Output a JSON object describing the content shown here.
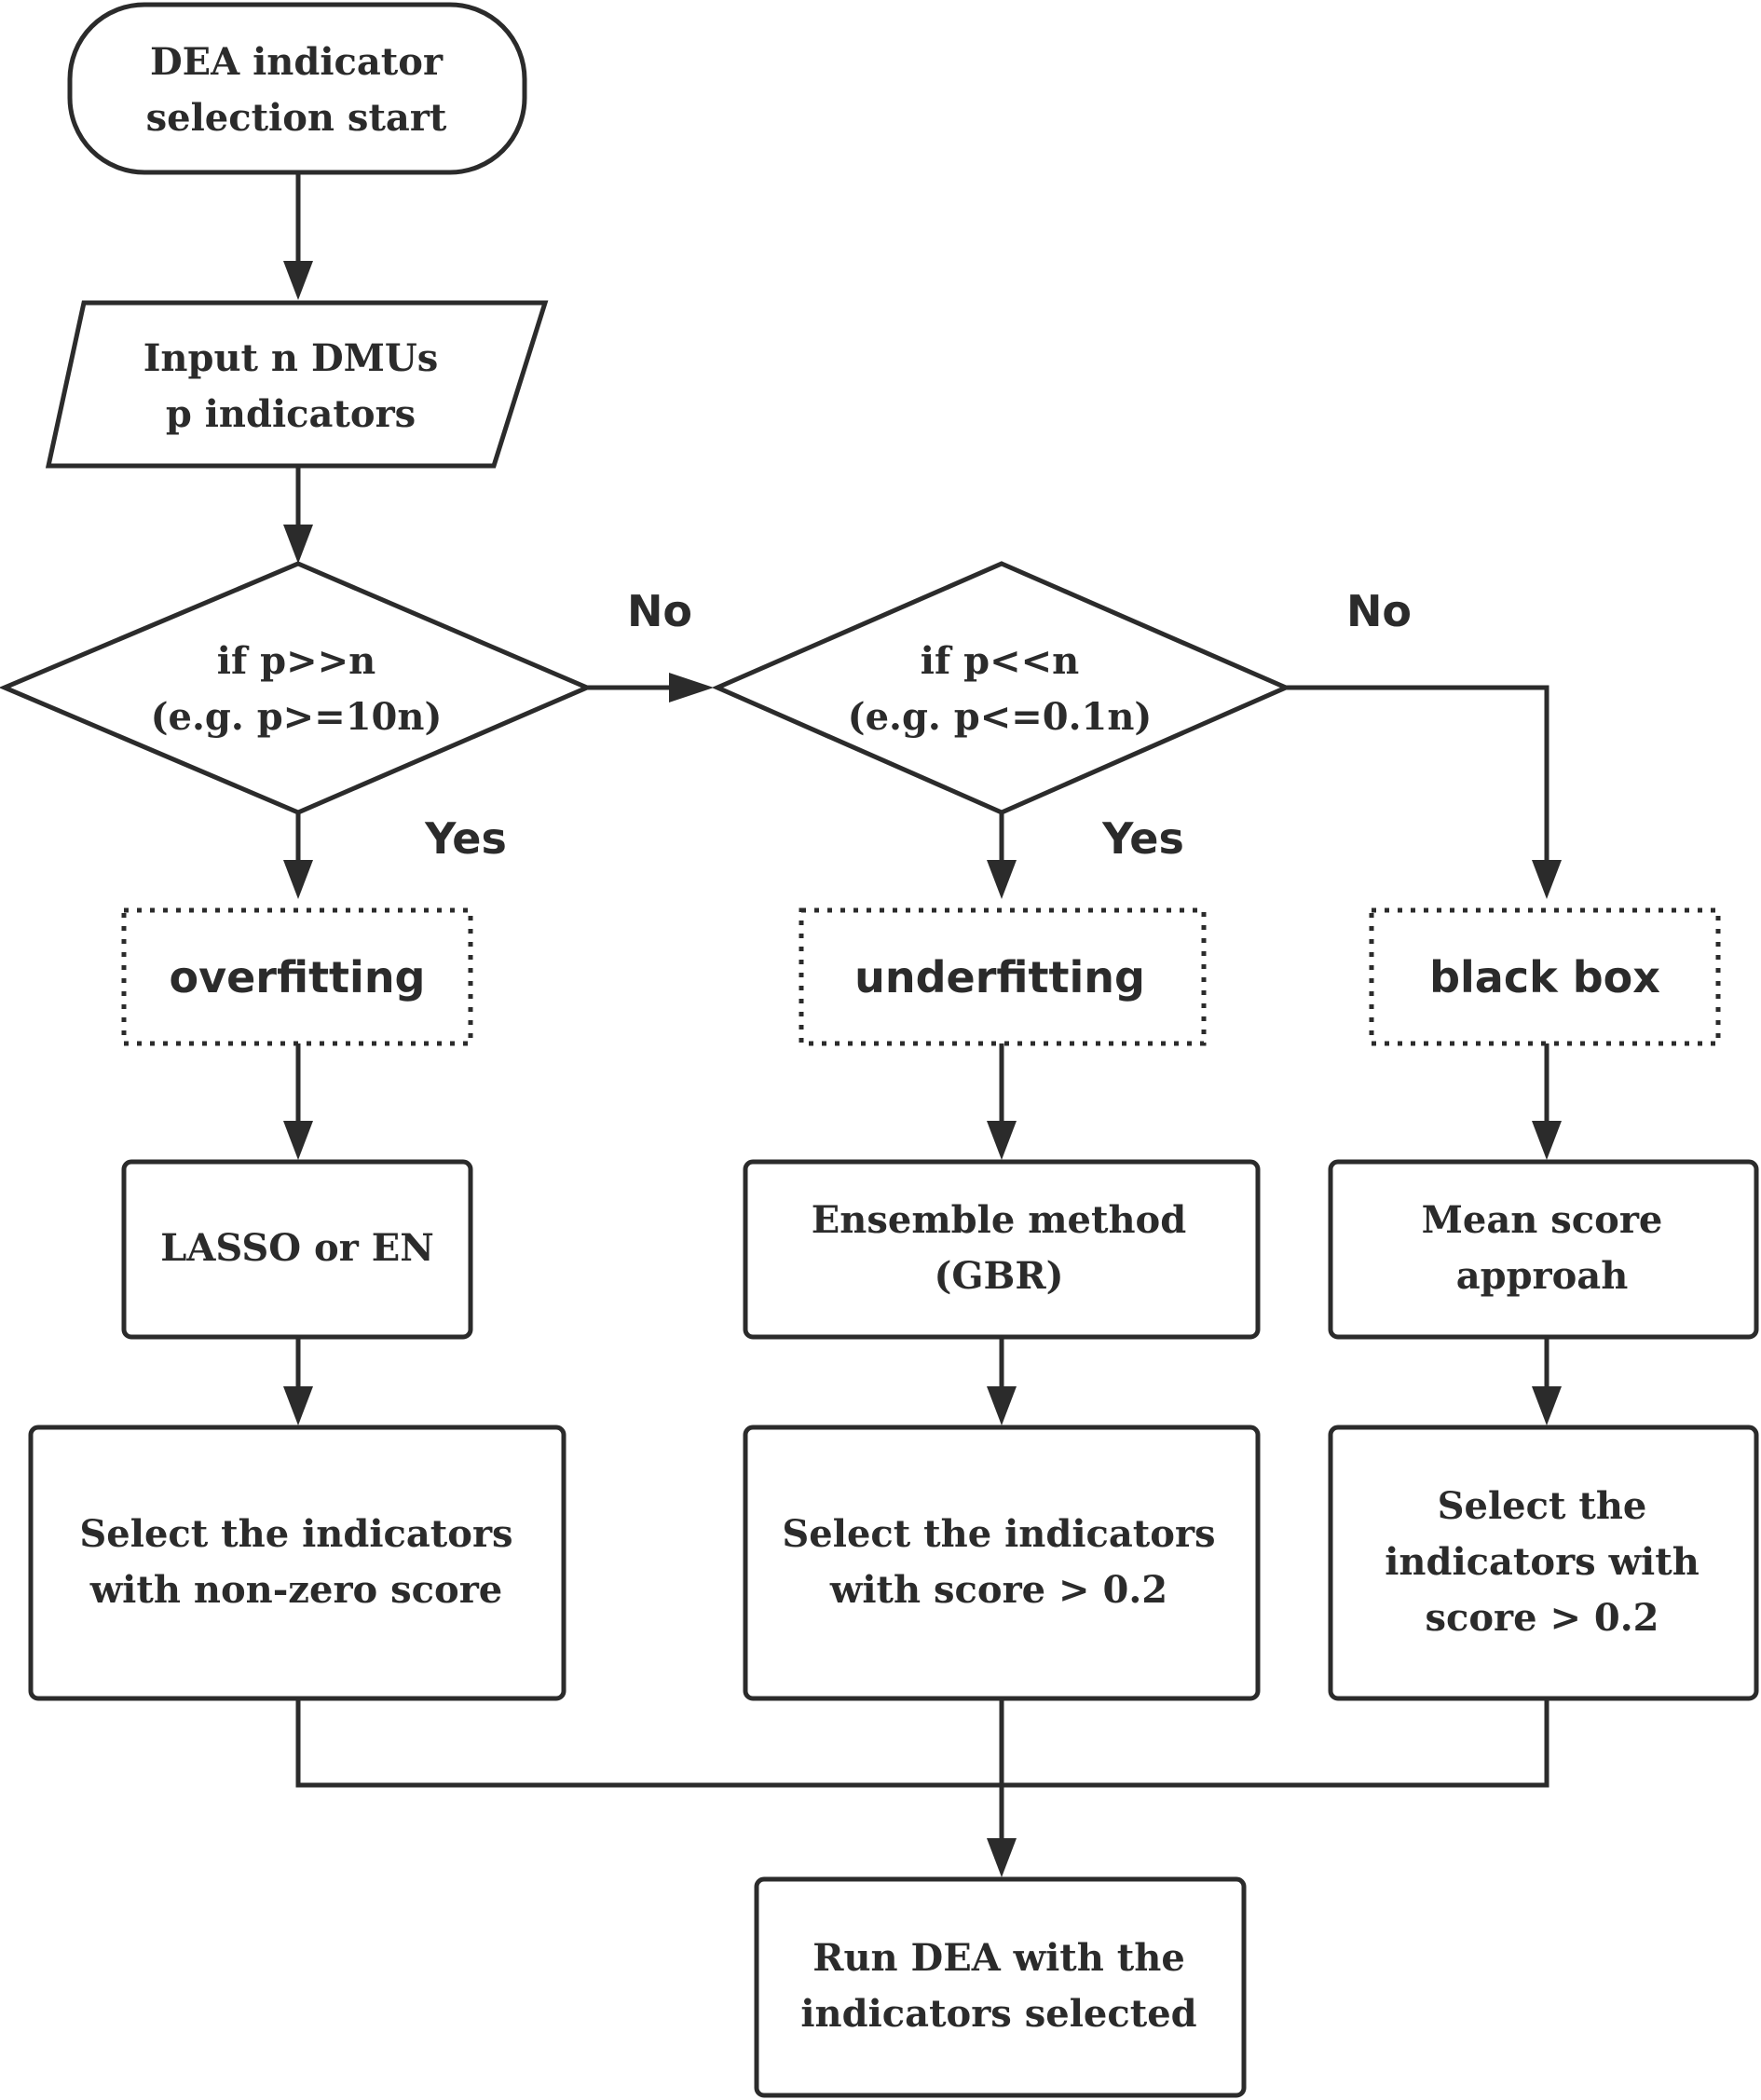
{
  "nodes": {
    "start": [
      "DEA indicator",
      "selection start"
    ],
    "input": [
      "Input n DMUs",
      "p indicators"
    ],
    "decision1": [
      "if p>>n",
      "(e.g. p>=10n)"
    ],
    "decision2": [
      "if  p<<n",
      "(e.g. p<=0.1n)"
    ],
    "overfitting": "overfitting",
    "underfitting": "underfitting",
    "blackbox": "black box",
    "lasso": "LASSO or EN",
    "ensemble": [
      "Ensemble method",
      "(GBR)"
    ],
    "mean_score": [
      "Mean score",
      "approah"
    ],
    "select_nonzero": [
      "Select the indicators",
      "with non-zero score"
    ],
    "select_score_mid": [
      "Select the indicators",
      "with score > 0.2"
    ],
    "select_score_right": [
      "Select the",
      "indicators with",
      "score > 0.2"
    ],
    "run": [
      "Run DEA with the",
      "indicators selected"
    ]
  },
  "edge_labels": {
    "no1": "No",
    "no2": "No",
    "yes1": "Yes",
    "yes2": "Yes"
  }
}
